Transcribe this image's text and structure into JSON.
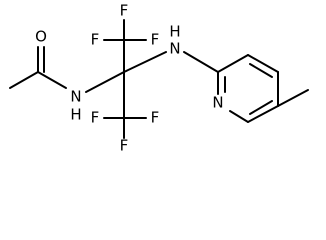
{
  "molecule": {
    "atom_labels": {
      "carbonyl_oxygen": "O",
      "amide_nitrogen": "N",
      "amide_hydrogen": "H",
      "amine_nitrogen": "N",
      "amine_hydrogen": "H",
      "pyridine_nitrogen": "N",
      "fluorine_1": "F",
      "fluorine_2": "F",
      "fluorine_3": "F",
      "fluorine_4": "F",
      "fluorine_5": "F",
      "fluorine_6": "F"
    }
  }
}
